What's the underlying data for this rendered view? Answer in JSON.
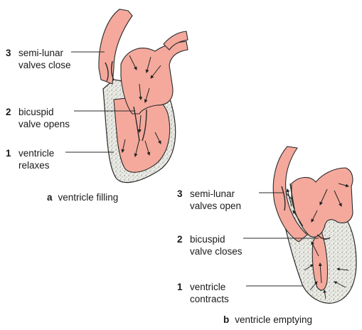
{
  "panel_a": {
    "labels": [
      {
        "number": "3",
        "line1": "semi-lunar",
        "line2": "valves close"
      },
      {
        "number": "2",
        "line1": "bicuspid",
        "line2": "valve opens"
      },
      {
        "number": "1",
        "line1": "ventricle",
        "line2": "relaxes"
      }
    ],
    "caption": {
      "letter": "a",
      "text": "ventricle filling"
    }
  },
  "panel_b": {
    "labels": [
      {
        "number": "3",
        "line1": "semi-lunar",
        "line2": "valves open"
      },
      {
        "number": "2",
        "line1": "bicuspid",
        "line2": "valve closes"
      },
      {
        "number": "1",
        "line1": "ventricle",
        "line2": "contracts"
      }
    ],
    "caption": {
      "letter": "b",
      "text": "ventricle emptying"
    }
  },
  "colors": {
    "chamber_fill": "#f4a99c",
    "wall_fill": "#e8e8e2",
    "outline": "#2a2a2a",
    "stipple": "#555555"
  }
}
